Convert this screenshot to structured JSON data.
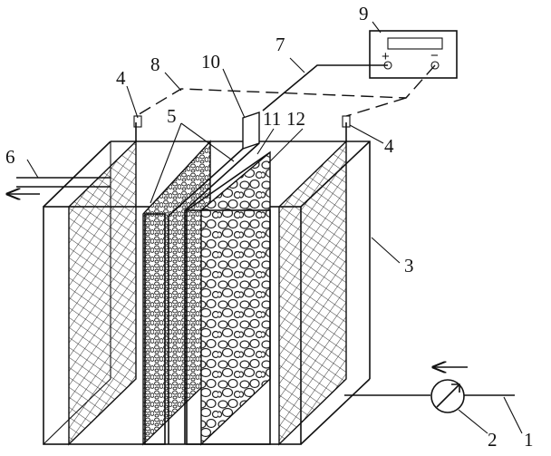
{
  "labels": {
    "l1": "1",
    "l2": "2",
    "l3": "3",
    "l4a": "4",
    "l4b": "4",
    "l5": "5",
    "l6": "6",
    "l7": "7",
    "l8": "8",
    "l9": "9",
    "l10": "10",
    "l11": "11",
    "l12": "12"
  },
  "supply": {
    "plus": "+",
    "minus": "−"
  },
  "flow_arrows": {
    "inlet_direction": "left",
    "outlet_direction": "left"
  }
}
